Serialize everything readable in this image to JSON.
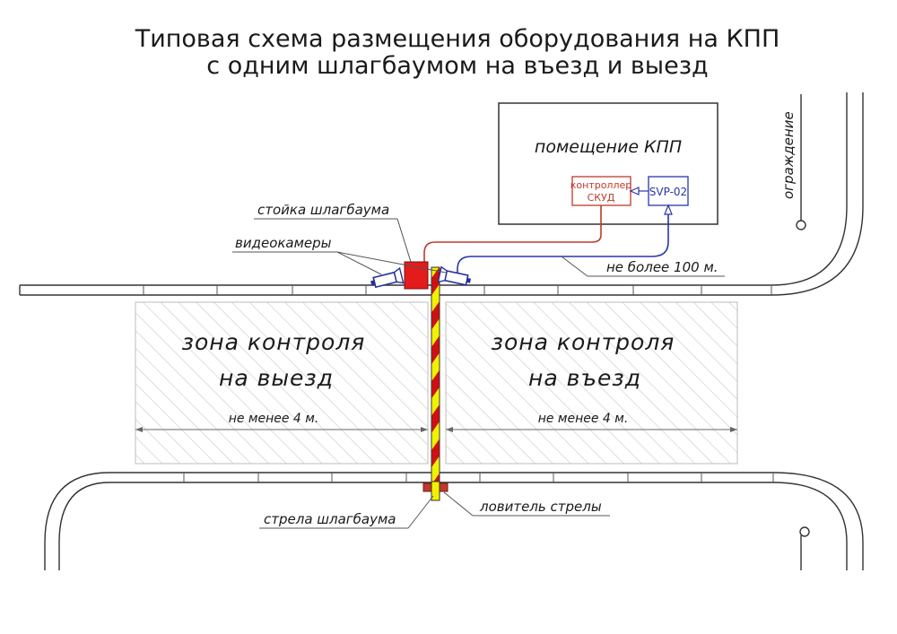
{
  "title": {
    "line1": "Типовая схема размещения оборудования на КПП",
    "line2": "с одним шлагбаумом на въезд и выезд"
  },
  "room": {
    "label": "помещение КПП",
    "controller_line1": "контроллер",
    "controller_line2": "СКУД",
    "device": "SVP-02"
  },
  "fence": {
    "label": "ограждение"
  },
  "labels": {
    "barrier_post": "стойка шлагбаума",
    "cameras": "видеокамеры",
    "cable_length": "не более 100 м.",
    "boom": "стрела шлагбаума",
    "boom_catcher": "ловитель стрелы"
  },
  "zones": {
    "exit": {
      "line1": "зона контроля",
      "line2": "на выезд",
      "dimension": "не менее 4 м."
    },
    "entry": {
      "line1": "зона контроля",
      "line2": "на въезд",
      "dimension": "не менее 4 м."
    }
  },
  "colors": {
    "controller": "#c0392b",
    "device": "#2a36a8",
    "post": "#e31b1b",
    "boom_yellow": "#f2f200",
    "boom_red": "#d01010",
    "camera": "#24309c",
    "hatch": "#c8c8c8"
  }
}
